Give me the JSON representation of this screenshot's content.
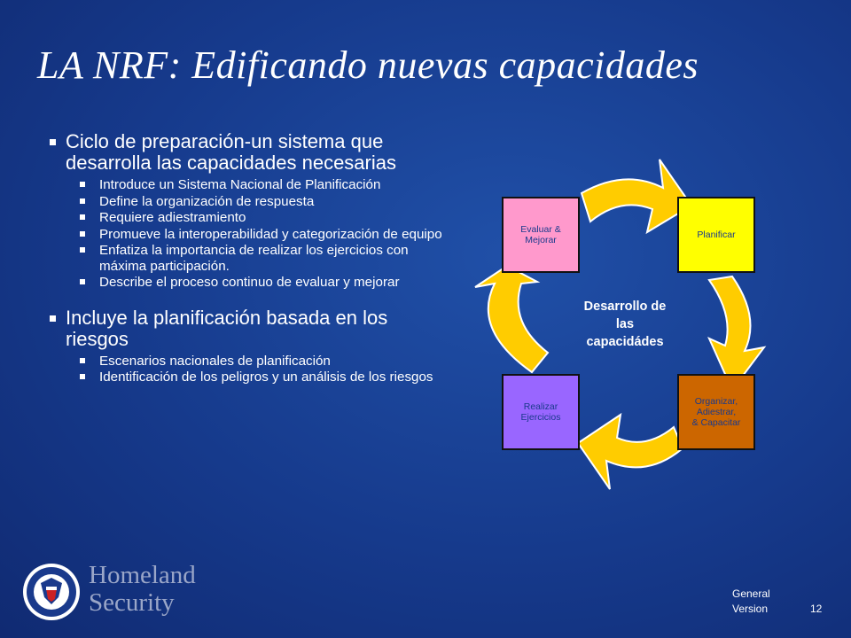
{
  "slide": {
    "title": "LA NRF:  Edificando nuevas capacidades"
  },
  "bullets": [
    {
      "text": "Ciclo de preparación-un sistema que desarrolla las capacidades necesarias",
      "sub": [
        "Introduce un Sistema Nacional de Planificación",
        "Define la organización de respuesta",
        "Requiere adiestramiento",
        "Promueve la interoperabilidad y categorización de equipo",
        "Enfatiza la importancia de  realizar los ejercicios con máxima participación.",
        "Describe el proceso continuo de evaluar y mejorar"
      ]
    },
    {
      "text": "Incluye la planificación basada en los riesgos",
      "sub": [
        "Escenarios nacionales de planificación",
        "Identificación de los peligros y un análisis de los riesgos"
      ]
    }
  ],
  "cycle": {
    "center_line1": "Desarrollo de",
    "center_line2": "las",
    "center_line3": "capacidádes",
    "steps": [
      {
        "line1": "Planificar",
        "line2": "",
        "line3": "",
        "color": "#ffff00"
      },
      {
        "line1": "Organizar,",
        "line2": "Adiestrar,",
        "line3": "& Capacitar",
        "color": "#cc6600"
      },
      {
        "line1": "Realizar",
        "line2": "Ejercicios",
        "line3": "",
        "color": "#9966ff"
      },
      {
        "line1": "Evaluar &",
        "line2": "Mejorar",
        "line3": "",
        "color": "#ff99cc"
      }
    ],
    "arrow_color": "#ffcc00"
  },
  "footer": {
    "brand_line1": "Homeland",
    "brand_line2": "Security",
    "version_line1": "General",
    "version_line2": "Version",
    "page_number": "12"
  }
}
